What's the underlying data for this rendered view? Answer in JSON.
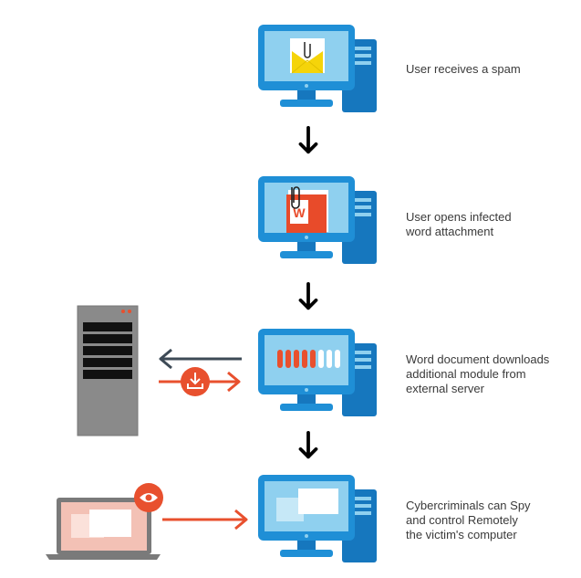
{
  "steps": [
    {
      "label": "User receives a spam",
      "screen": "envelope-with-attachment"
    },
    {
      "label": "User opens infected\nword attachment",
      "screen": "word-document-with-paperclip"
    },
    {
      "label": "Word document downloads\nadditional module from\nexternal server",
      "screen": "download-progress-bars"
    },
    {
      "label": "Cybercriminals can Spy\nand control Remotely\nthe victim's computer",
      "screen": "remote-windows"
    }
  ],
  "icons": {
    "step_arrow": "arrow-down-icon",
    "server": "server-tower-icon",
    "laptop": "laptop-icon",
    "eye": "eye-icon",
    "download": "download-icon",
    "paperclip": "paperclip-icon",
    "word": "word-document-icon",
    "envelope": "envelope-icon"
  },
  "colors": {
    "monitor_blue": "#1f8fd6",
    "monitor_dark_blue": "#1677be",
    "screen_light_blue": "#8fd0ef",
    "accent_red": "#e8502e",
    "envelope_yellow": "#f5d40a",
    "word_red": "#e84b2a",
    "server_gray": "#8a8a8a",
    "server_slot": "#111111",
    "arrow_dark": "#3d4a56",
    "laptop_gray": "#7a7a7a",
    "laptop_screen": "#f3c1b5",
    "label_text": "#3a3a3a"
  }
}
